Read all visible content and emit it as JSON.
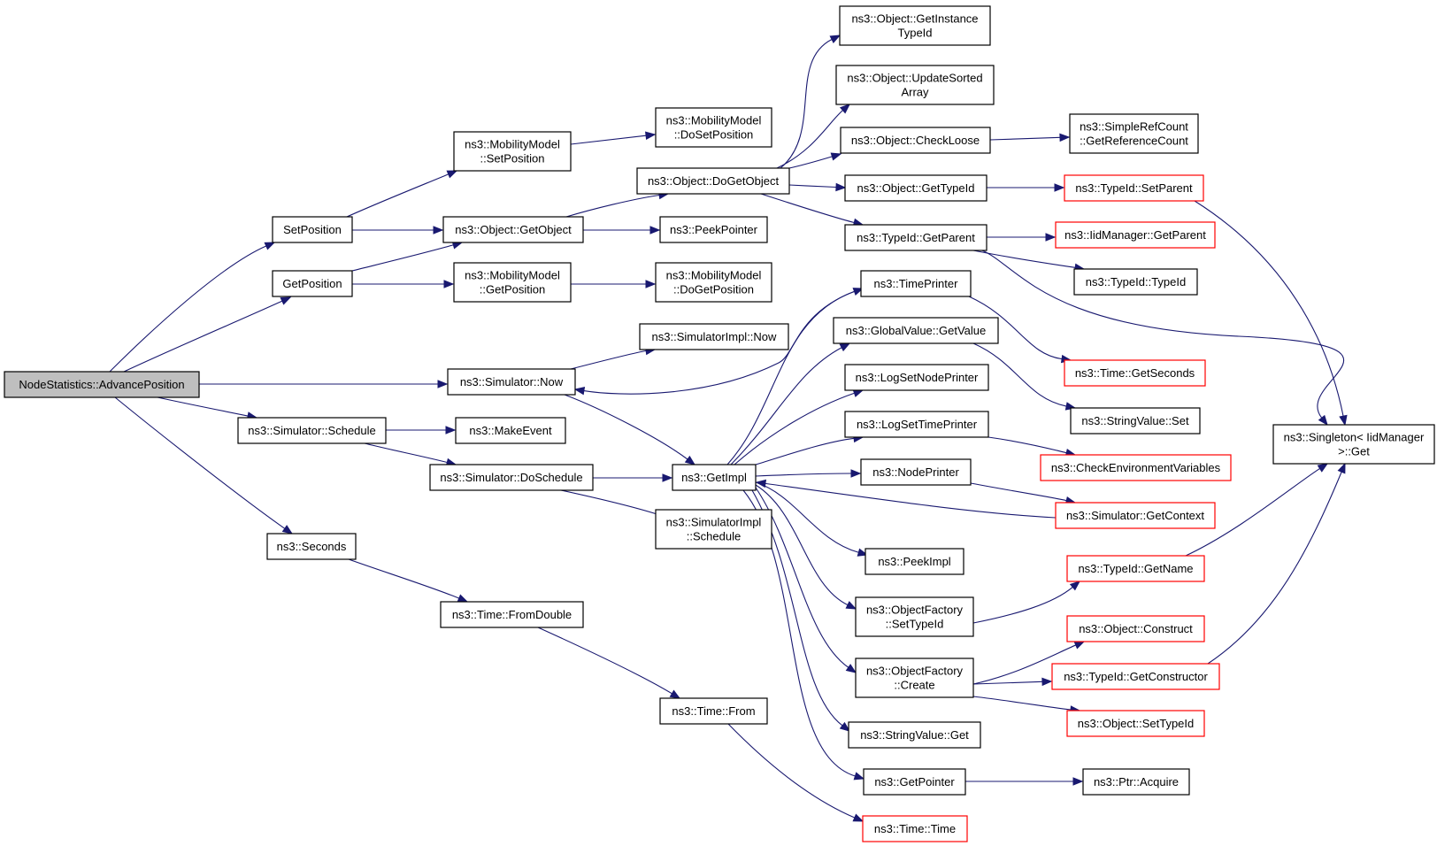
{
  "graph": {
    "title": "Call graph",
    "colors": {
      "edge": "#191970",
      "box_normal": "#000000",
      "box_incomplete": "#ff0000",
      "root_fill": "#bfbfbf",
      "background": "#ffffff"
    },
    "nodes": [
      {
        "id": "advpos",
        "lines": [
          "NodeStatistics::AdvancePosition"
        ],
        "style": "root"
      },
      {
        "id": "setpos",
        "lines": [
          "SetPosition"
        ],
        "style": "normal"
      },
      {
        "id": "getpos",
        "lines": [
          "GetPosition"
        ],
        "style": "normal"
      },
      {
        "id": "simnow",
        "lines": [
          "ns3::Simulator::Now"
        ],
        "style": "normal"
      },
      {
        "id": "simsched",
        "lines": [
          "ns3::Simulator::Schedule"
        ],
        "style": "normal"
      },
      {
        "id": "seconds",
        "lines": [
          "ns3::Seconds"
        ],
        "style": "normal"
      },
      {
        "id": "mmsetpos",
        "lines": [
          "ns3::MobilityModel",
          "::SetPosition"
        ],
        "style": "normal"
      },
      {
        "id": "objgetobj",
        "lines": [
          "ns3::Object::GetObject"
        ],
        "style": "normal"
      },
      {
        "id": "mmgetpos",
        "lines": [
          "ns3::MobilityModel",
          "::GetPosition"
        ],
        "style": "normal"
      },
      {
        "id": "makeevent",
        "lines": [
          "ns3::MakeEvent"
        ],
        "style": "normal"
      },
      {
        "id": "dosched",
        "lines": [
          "ns3::Simulator::DoSchedule"
        ],
        "style": "normal"
      },
      {
        "id": "fromdouble",
        "lines": [
          "ns3::Time::FromDouble"
        ],
        "style": "normal"
      },
      {
        "id": "timefrom",
        "lines": [
          "ns3::Time::From"
        ],
        "style": "normal"
      },
      {
        "id": "mmdosetpos",
        "lines": [
          "ns3::MobilityModel",
          "::DoSetPosition"
        ],
        "style": "normal"
      },
      {
        "id": "dogetobj",
        "lines": [
          "ns3::Object::DoGetObject"
        ],
        "style": "normal"
      },
      {
        "id": "peekptr",
        "lines": [
          "ns3::PeekPointer"
        ],
        "style": "normal"
      },
      {
        "id": "mmdogetpos",
        "lines": [
          "ns3::MobilityModel",
          "::DoGetPosition"
        ],
        "style": "normal"
      },
      {
        "id": "simimplnow",
        "lines": [
          "ns3::SimulatorImpl::Now"
        ],
        "style": "normal"
      },
      {
        "id": "getimpl",
        "lines": [
          "ns3::GetImpl"
        ],
        "style": "normal"
      },
      {
        "id": "simimplsched",
        "lines": [
          "ns3::SimulatorImpl",
          "::Schedule"
        ],
        "style": "normal"
      },
      {
        "id": "getinsttid",
        "lines": [
          "ns3::Object::GetInstance",
          "TypeId"
        ],
        "style": "normal"
      },
      {
        "id": "updsorted",
        "lines": [
          "ns3::Object::UpdateSorted",
          "Array"
        ],
        "style": "normal"
      },
      {
        "id": "checkloose",
        "lines": [
          "ns3::Object::CheckLoose"
        ],
        "style": "normal"
      },
      {
        "id": "objgettid",
        "lines": [
          "ns3::Object::GetTypeId"
        ],
        "style": "normal"
      },
      {
        "id": "tidgetparent",
        "lines": [
          "ns3::TypeId::GetParent"
        ],
        "style": "normal"
      },
      {
        "id": "timeprinter",
        "lines": [
          "ns3::TimePrinter"
        ],
        "style": "normal"
      },
      {
        "id": "gvgetvalue",
        "lines": [
          "ns3::GlobalValue::GetValue"
        ],
        "style": "normal"
      },
      {
        "id": "logsetnode",
        "lines": [
          "ns3::LogSetNodePrinter"
        ],
        "style": "normal"
      },
      {
        "id": "logsettime",
        "lines": [
          "ns3::LogSetTimePrinter"
        ],
        "style": "normal"
      },
      {
        "id": "nodeprinter",
        "lines": [
          "ns3::NodePrinter"
        ],
        "style": "normal"
      },
      {
        "id": "peekimpl",
        "lines": [
          "ns3::PeekImpl"
        ],
        "style": "normal"
      },
      {
        "id": "ofsettid",
        "lines": [
          "ns3::ObjectFactory",
          "::SetTypeId"
        ],
        "style": "normal"
      },
      {
        "id": "ofcreate",
        "lines": [
          "ns3::ObjectFactory",
          "::Create"
        ],
        "style": "normal"
      },
      {
        "id": "svget",
        "lines": [
          "ns3::StringValue::Get"
        ],
        "style": "normal"
      },
      {
        "id": "getpointer",
        "lines": [
          "ns3::GetPointer"
        ],
        "style": "normal"
      },
      {
        "id": "timetime",
        "lines": [
          "ns3::Time::Time"
        ],
        "style": "red"
      },
      {
        "id": "srcgetref",
        "lines": [
          "ns3::SimpleRefCount",
          "::GetReferenceCount"
        ],
        "style": "normal"
      },
      {
        "id": "tidsetparent",
        "lines": [
          "ns3::TypeId::SetParent"
        ],
        "style": "red"
      },
      {
        "id": "iidgetparent",
        "lines": [
          "ns3::IidManager::GetParent"
        ],
        "style": "red"
      },
      {
        "id": "tidtid",
        "lines": [
          "ns3::TypeId::TypeId"
        ],
        "style": "normal"
      },
      {
        "id": "timegetsec",
        "lines": [
          "ns3::Time::GetSeconds"
        ],
        "style": "red"
      },
      {
        "id": "svset",
        "lines": [
          "ns3::StringValue::Set"
        ],
        "style": "normal"
      },
      {
        "id": "checkenv",
        "lines": [
          "ns3::CheckEnvironmentVariables"
        ],
        "style": "red"
      },
      {
        "id": "simgetctx",
        "lines": [
          "ns3::Simulator::GetContext"
        ],
        "style": "red"
      },
      {
        "id": "tidgetname",
        "lines": [
          "ns3::TypeId::GetName"
        ],
        "style": "red"
      },
      {
        "id": "objconstruct",
        "lines": [
          "ns3::Object::Construct"
        ],
        "style": "red"
      },
      {
        "id": "tidgetctor",
        "lines": [
          "ns3::TypeId::GetConstructor"
        ],
        "style": "red"
      },
      {
        "id": "objsettid",
        "lines": [
          "ns3::Object::SetTypeId"
        ],
        "style": "red"
      },
      {
        "id": "ptracquire",
        "lines": [
          "ns3::Ptr::Acquire"
        ],
        "style": "normal"
      },
      {
        "id": "singleton",
        "lines": [
          "ns3::Singleton< IidManager",
          " >::Get"
        ],
        "style": "normal"
      }
    ]
  }
}
